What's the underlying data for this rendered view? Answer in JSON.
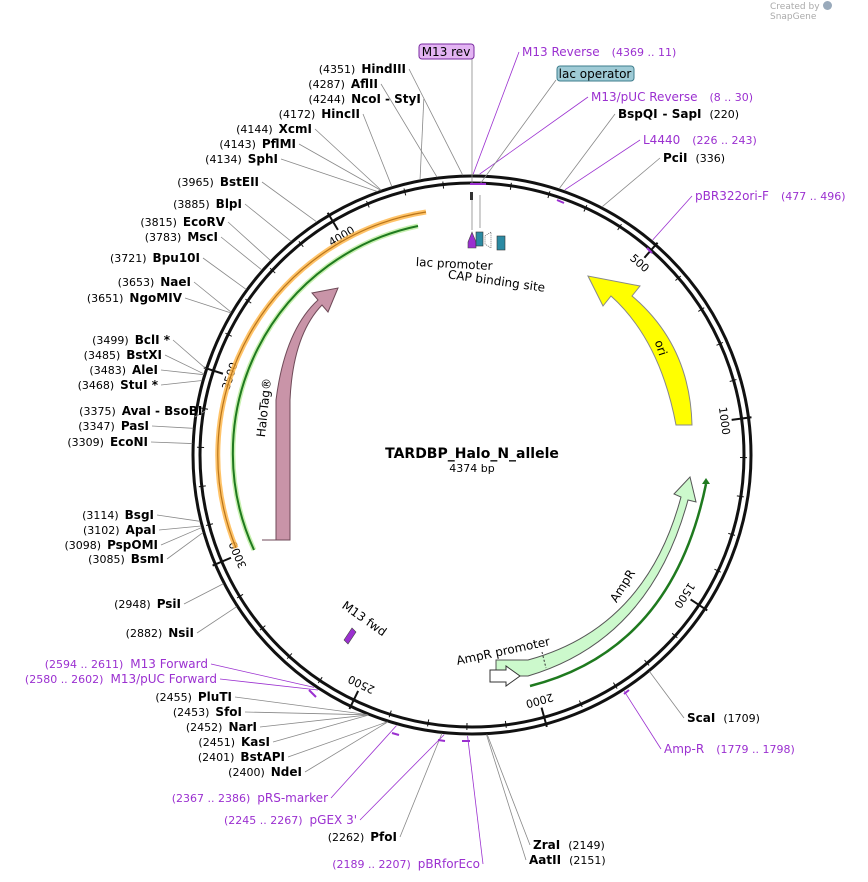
{
  "watermark": {
    "prefix": "Created by",
    "brand": "SnapGene"
  },
  "title": "TARDBP_Halo_N_allele",
  "length_label": "4374 bp",
  "colors": {
    "enzyme": "#000000",
    "primer": "#9b30d0",
    "ruler": "#000000",
    "ori": "#ffff00",
    "ampr": "#ccf9cc",
    "halotag": "#c994a8",
    "orange": "#ffb84d",
    "green": "#1f8a1f"
  },
  "ruler_ticks": [
    "500",
    "1000",
    "1500",
    "2000",
    "2500",
    "3000",
    "3500",
    "4000"
  ],
  "features": [
    {
      "name": "ori",
      "type": "rep_origin"
    },
    {
      "name": "AmpR",
      "type": "CDS"
    },
    {
      "name": "AmpR promoter",
      "type": "promoter"
    },
    {
      "name": "HaloTag®",
      "type": "CDS"
    },
    {
      "name": "lac promoter",
      "type": "promoter"
    },
    {
      "name": "CAP binding site",
      "type": "protein_bind"
    },
    {
      "name": "M13 fwd",
      "type": "primer_bind"
    }
  ],
  "boxed_labels": [
    {
      "text": "M13 rev"
    },
    {
      "text": "lac operator"
    }
  ],
  "enzymes_left": [
    {
      "pos": "(4351)",
      "name": "HindIII"
    },
    {
      "pos": "(4287)",
      "name": "AflII"
    },
    {
      "pos": "(4244)",
      "name": "NcoI",
      "extra": "- StyI"
    },
    {
      "pos": "(4172)",
      "name": "HincII"
    },
    {
      "pos": "(4144)",
      "name": "XcmI"
    },
    {
      "pos": "(4143)",
      "name": "PflMI"
    },
    {
      "pos": "(4134)",
      "name": "SphI"
    },
    {
      "pos": "(3965)",
      "name": "BstEII"
    },
    {
      "pos": "(3885)",
      "name": "BlpI"
    },
    {
      "pos": "(3815)",
      "name": "EcoRV"
    },
    {
      "pos": "(3783)",
      "name": "MscI"
    },
    {
      "pos": "(3721)",
      "name": "Bpu10I"
    },
    {
      "pos": "(3653)",
      "name": "NaeI"
    },
    {
      "pos": "(3651)",
      "name": "NgoMIV"
    },
    {
      "pos": "(3499)",
      "name": "BclI *"
    },
    {
      "pos": "(3485)",
      "name": "BstXI"
    },
    {
      "pos": "(3483)",
      "name": "AleI"
    },
    {
      "pos": "(3468)",
      "name": "StuI *"
    },
    {
      "pos": "(3375)",
      "name": "AvaI",
      "extra": "- BsoBI"
    },
    {
      "pos": "(3347)",
      "name": "PasI"
    },
    {
      "pos": "(3309)",
      "name": "EcoNI"
    },
    {
      "pos": "(3114)",
      "name": "BsgI"
    },
    {
      "pos": "(3102)",
      "name": "ApaI"
    },
    {
      "pos": "(3098)",
      "name": "PspOMI"
    },
    {
      "pos": "(3085)",
      "name": "BsmI"
    },
    {
      "pos": "(2948)",
      "name": "PsiI"
    },
    {
      "pos": "(2882)",
      "name": "NsiI"
    },
    {
      "pos": "(2455)",
      "name": "PluTI"
    },
    {
      "pos": "(2453)",
      "name": "SfoI"
    },
    {
      "pos": "(2452)",
      "name": "NarI"
    },
    {
      "pos": "(2451)",
      "name": "KasI"
    },
    {
      "pos": "(2401)",
      "name": "BstAPI"
    },
    {
      "pos": "(2400)",
      "name": "NdeI"
    },
    {
      "pos": "(2262)",
      "name": "PfoI"
    }
  ],
  "enzymes_right": [
    {
      "name": "BspQI",
      "extra": "- SapI",
      "pos": "(220)"
    },
    {
      "name": "PciI",
      "pos": "(336)"
    },
    {
      "name": "ScaI",
      "pos": "(1709)"
    },
    {
      "name": "ZraI",
      "pos": "(2149)"
    },
    {
      "name": "AatII",
      "pos": "(2151)"
    }
  ],
  "primers": [
    {
      "name": "M13 Reverse",
      "range": "(4369 .. 11)"
    },
    {
      "name": "M13/pUC Reverse",
      "range": "(8 .. 30)"
    },
    {
      "name": "L4440",
      "range": "(226 .. 243)"
    },
    {
      "name": "pBR322ori-F",
      "range": "(477 .. 496)"
    },
    {
      "name": "Amp-R",
      "range": "(1779 .. 1798)"
    },
    {
      "name": "M13 Forward",
      "range": "(2594 .. 2611)"
    },
    {
      "name": "M13/pUC Forward",
      "range": "(2580 .. 2602)"
    },
    {
      "name": "pRS-marker",
      "range": "(2367 .. 2386)"
    },
    {
      "name": "pGEX 3'",
      "range": "(2245 .. 2267)"
    },
    {
      "name": "pBRforEco",
      "range": "(2189 .. 2207)"
    }
  ]
}
